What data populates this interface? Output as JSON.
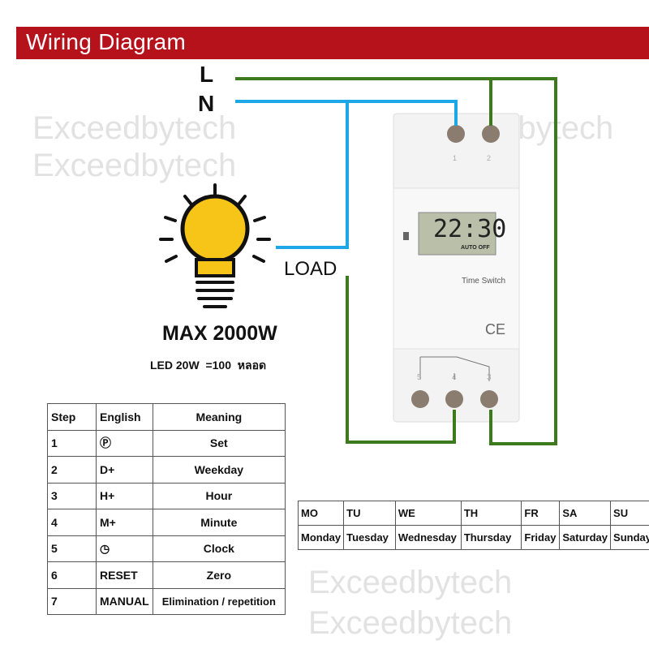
{
  "title": "Wiring Diagram",
  "watermark": "Exceedbytech",
  "line_label": "L",
  "neutral_label": "N",
  "load_label": "LOAD",
  "max_power": "MAX 2000W",
  "led_note": "LED 20W  =100  หลอด",
  "device": {
    "display_time": "22:30",
    "display_mode": "AUTO OFF",
    "name": "Time Switch",
    "mark": "CE",
    "top_terminals": [
      "1",
      "2"
    ],
    "bottom_terminals": [
      "5",
      "4",
      "3"
    ]
  },
  "wire_colors": {
    "line": "#3d7a1e",
    "neutral": "#1ea7e6"
  },
  "steps_table": {
    "headers": [
      "Step",
      "English",
      "Meaning"
    ],
    "rows": [
      [
        "1",
        "Ⓟ",
        "Set"
      ],
      [
        "2",
        "D+",
        "Weekday"
      ],
      [
        "3",
        "H+",
        "Hour"
      ],
      [
        "4",
        "M+",
        "Minute"
      ],
      [
        "5",
        "◷",
        "Clock"
      ],
      [
        "6",
        "RESET",
        "Zero"
      ],
      [
        "7",
        "MANUAL",
        "Elimination / repetition"
      ]
    ]
  },
  "days_table": {
    "abbr": [
      "MO",
      "TU",
      "WE",
      "TH",
      "FR",
      "SA",
      "SU"
    ],
    "full": [
      "Monday",
      "Tuesday",
      "Wednesday",
      "Thursday",
      "Friday",
      "Saturday",
      "Sunday"
    ]
  }
}
